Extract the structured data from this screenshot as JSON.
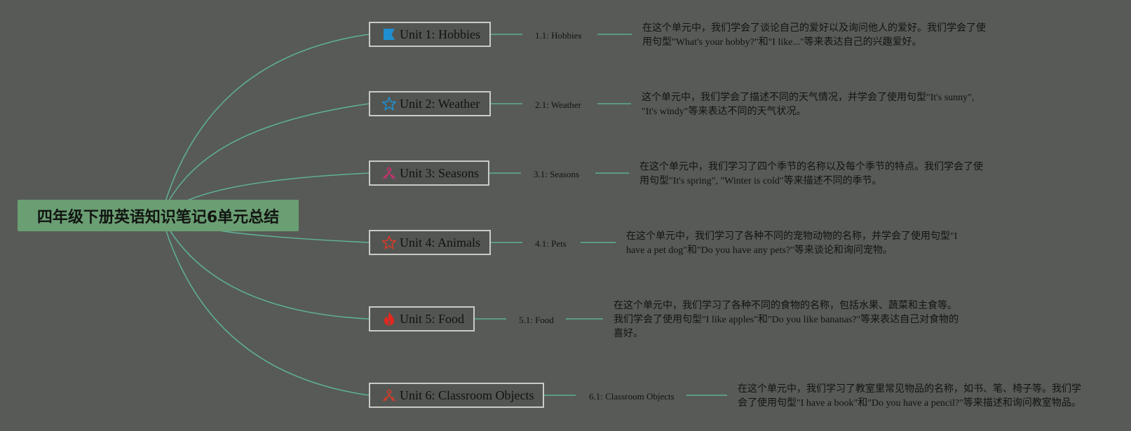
{
  "root": {
    "title": "四年级下册英语知识笔记6单元总结",
    "color": "#6a9e73"
  },
  "line_color": "#5fae98",
  "units": [
    {
      "title": "Unit 1: Hobbies",
      "icon": "flag-icon",
      "icon_color": "#1e8fd0",
      "sub": "1.1: Hobbies",
      "desc": "在这个单元中，我们学会了谈论自己的爱好以及询问他人的爱好。我们学会了使\n用句型\"What's your hobby?\"和\"I like...\"等来表达自己的兴趣爱好。"
    },
    {
      "title": "Unit 2: Weather",
      "icon": "star-outline-icon",
      "icon_color": "#1e8fd0",
      "sub": "2.1: Weather",
      "desc": "这个单元中，我们学会了描述不同的天气情况，并学会了使用句型\"It's sunny\",\n\"It's windy\"等来表达不同的天气状况。"
    },
    {
      "title": "Unit 3: Seasons",
      "icon": "people-icon",
      "icon_color": "#c8326e",
      "sub": "3.1: Seasons",
      "desc": "在这个单元中，我们学习了四个季节的名称以及每个季节的特点。我们学会了使\n用句型\"It's spring\", \"Winter is cold\"等来描述不同的季节。"
    },
    {
      "title": "Unit 4: Animals",
      "icon": "star-outline-icon",
      "icon_color": "#d23c28",
      "sub": "4.1: Pets",
      "desc": "在这个单元中，我们学习了各种不同的宠物动物的名称，并学会了使用句型\"I\nhave a pet dog\"和\"Do you have any pets?\"等来谈论和询问宠物。"
    },
    {
      "title": "Unit 5: Food",
      "icon": "fire-icon",
      "icon_color": "#e5261e",
      "sub": "5.1: Food",
      "desc": "在这个单元中，我们学习了各种不同的食物的名称，包括水果、蔬菜和主食等。\n我们学会了使用句型\"I like apples\"和\"Do you like bananas?\"等来表达自己对食物的\n喜好。"
    },
    {
      "title": "Unit 6: Classroom Objects",
      "icon": "people-icon",
      "icon_color": "#d23c28",
      "sub": "6.1: Classroom Objects",
      "desc": "在这个单元中，我们学习了教室里常见物品的名称，如书、笔、椅子等。我们学\n会了使用句型\"I have a book\"和\"Do you have a pencil?\"等来描述和询问教室物品。"
    }
  ]
}
